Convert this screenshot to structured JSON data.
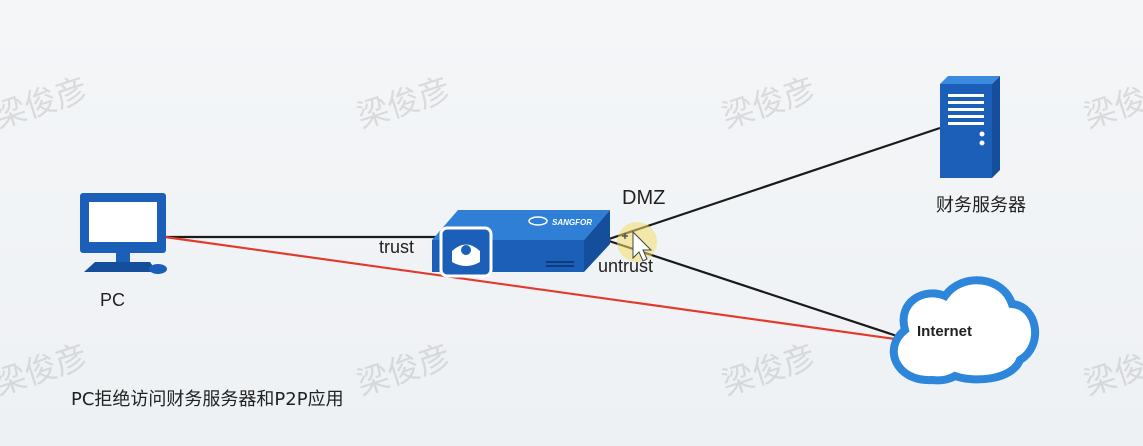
{
  "labels": {
    "pc": "PC",
    "trust": "trust",
    "dmz": "DMZ",
    "untrust": "untrust",
    "finance_server": "财务服务器",
    "internet": "Internet",
    "caption": "PC拒绝访问财务服务器和P2P应用"
  },
  "firewall_brand": "SANGFOR",
  "watermark": "梁俊彦",
  "colors": {
    "link": "#1a1a1a",
    "blocked_link": "#e23a2a",
    "device_blue": "#1b5fb8",
    "cloud_blue": "#2d86d9",
    "cursor_highlight": "#f3df6a"
  },
  "icons": {
    "pc": "desktop-computer-icon",
    "firewall": "firewall-appliance-icon",
    "server": "server-tower-icon",
    "internet": "cloud-icon",
    "cursor": "mouse-pointer-icon"
  }
}
